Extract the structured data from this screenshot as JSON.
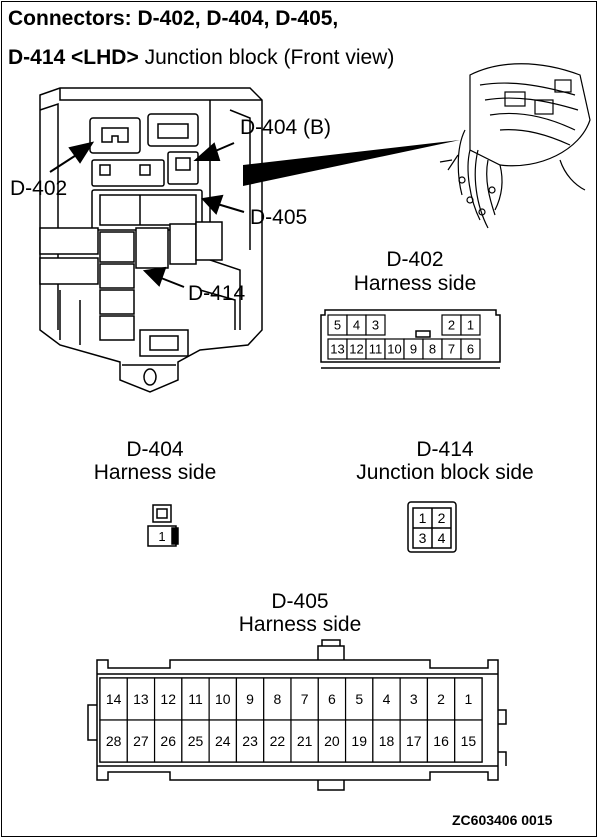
{
  "title": {
    "line1_bold": "Connectors: D-402, D-404, D-405,",
    "line2_bold": "D-414 <LHD>",
    "line2_plain": "Junction block (Front view)"
  },
  "callouts": {
    "d402": "D-402",
    "d404": "D-404 (B)",
    "d405": "D-405",
    "d414": "D-414"
  },
  "connectors": {
    "d402": {
      "name": "D-402",
      "side": "Harness side",
      "top_row": [
        "5",
        "4",
        "3",
        "",
        "",
        "",
        "2",
        "1"
      ],
      "bottom_row": [
        "13",
        "12",
        "11",
        "10",
        "9",
        "8",
        "7",
        "6"
      ]
    },
    "d404": {
      "name": "D-404",
      "side": "Harness side",
      "pins": [
        "1"
      ]
    },
    "d414": {
      "name": "D-414",
      "side": "Junction block side",
      "pins": [
        "1",
        "2",
        "3",
        "4"
      ]
    },
    "d405": {
      "name": "D-405",
      "side": "Harness side",
      "top_row": [
        "14",
        "13",
        "12",
        "11",
        "10",
        "9",
        "8",
        "7",
        "6",
        "5",
        "4",
        "3",
        "2",
        "1"
      ],
      "bottom_row": [
        "28",
        "27",
        "26",
        "25",
        "24",
        "23",
        "22",
        "21",
        "20",
        "19",
        "18",
        "17",
        "16",
        "15"
      ]
    }
  },
  "figure_code": "ZC603406 0015"
}
